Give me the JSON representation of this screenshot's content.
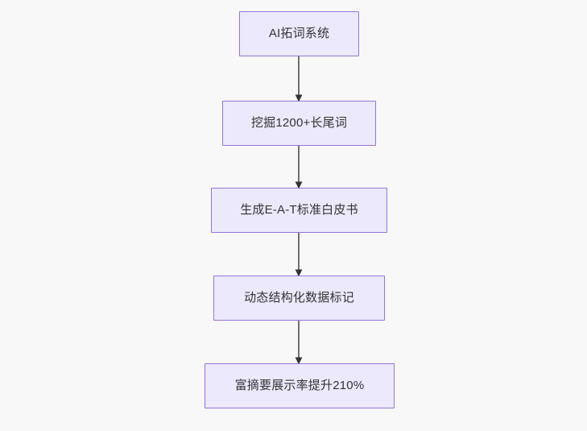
{
  "diagram": {
    "type": "flowchart",
    "direction": "top-to-bottom",
    "background_color": "#f8f8f8",
    "node_fill_color": "#ece9fc",
    "node_border_color": "#9673d6",
    "node_text_color": "#333333",
    "edge_color": "#707070",
    "arrowhead_color": "#333333",
    "nodes": [
      {
        "id": "n0",
        "label": "AI拓词系统"
      },
      {
        "id": "n1",
        "label": "挖掘1200+长尾词"
      },
      {
        "id": "n2",
        "label": "生成E-A-T标准白皮书"
      },
      {
        "id": "n3",
        "label": "动态结构化数据标记"
      },
      {
        "id": "n4",
        "label": "富摘要展示率提升210%"
      }
    ],
    "edges": [
      {
        "from": "n0",
        "to": "n1",
        "label": ""
      },
      {
        "from": "n1",
        "to": "n2",
        "label": ""
      },
      {
        "from": "n2",
        "to": "n3",
        "label": ""
      },
      {
        "from": "n3",
        "to": "n4",
        "label": ""
      }
    ]
  }
}
